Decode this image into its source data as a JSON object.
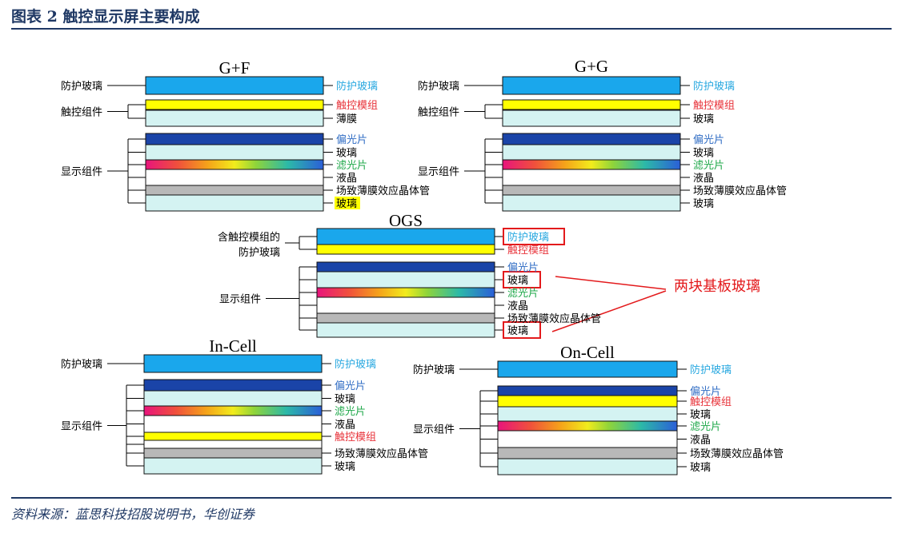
{
  "header": {
    "title": "图表 2   触控显示屏主要构成"
  },
  "source": "资料来源：蓝思科技招股说明书，华创证券",
  "colors": {
    "protect_glass": "#1aa7ec",
    "touch": "#ffff00",
    "glass": "#d4f3f2",
    "polarizer": "#1a44a8",
    "tft": "#b8b8b8",
    "cyan_text": "#28a8e0",
    "red_text": "#e8333a",
    "blue_text": "#2f6cc4",
    "green_text": "#1fa84a",
    "red_line": "#e31a1c"
  },
  "common": {
    "protect_glass": "防护玻璃",
    "touch_module": "触控模组",
    "touch_component": "触控组件",
    "display_component": "显示组件",
    "film": "薄膜",
    "polarizer": "偏光片",
    "glass": "玻璃",
    "color_filter": "滤光片",
    "liquid_crystal": "液晶",
    "tft": "场致薄膜效应晶体管",
    "with_touch_line1": "含触控模组的",
    "with_touch_line2": "防护玻璃",
    "two_substrates": "两块基板玻璃"
  },
  "panels": {
    "gf": {
      "title": "G+F"
    },
    "gg": {
      "title": "G+G"
    },
    "ogs": {
      "title": "OGS"
    },
    "incell": {
      "title": "In-Cell"
    },
    "oncell": {
      "title": "On-Cell"
    }
  }
}
